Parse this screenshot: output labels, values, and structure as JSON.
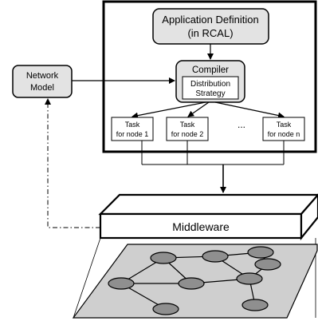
{
  "application_definition": {
    "line1": "Application Definition",
    "line2": "(in RCAL)"
  },
  "compiler": {
    "title": "Compiler",
    "distribution_strategy": {
      "line1": "Distribution",
      "line2": "Strategy"
    }
  },
  "network_model": {
    "line1": "Network",
    "line2": "Model"
  },
  "tasks": [
    {
      "line1": "Task",
      "line2": "for node 1"
    },
    {
      "line1": "Task",
      "line2": "for node 2"
    },
    {
      "line1": "Task",
      "line2": "for node n"
    }
  ],
  "task_ellipsis": "...",
  "middleware": {
    "label": "Middleware"
  },
  "colors": {
    "box_fill": "#e3e3e3",
    "network_plane_fill": "#cfcfcf",
    "node_fill": "#8f8f8f",
    "line": "#000000"
  }
}
